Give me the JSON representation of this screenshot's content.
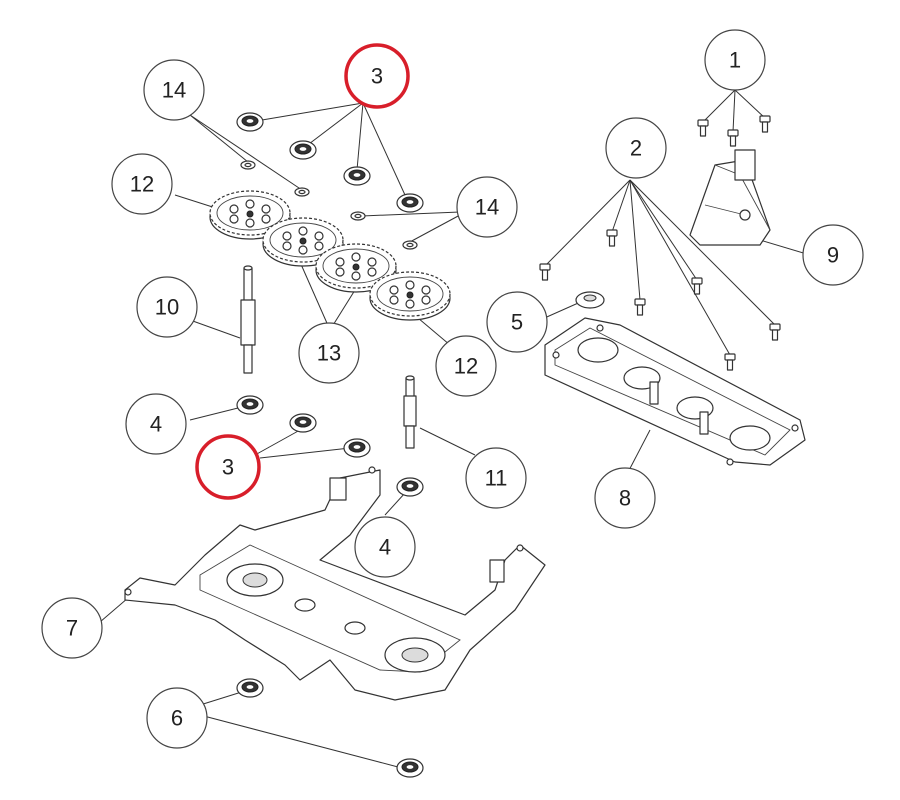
{
  "diagram": {
    "callouts": [
      {
        "id": "c1",
        "label": "1"
      },
      {
        "id": "c2",
        "label": "2"
      },
      {
        "id": "c3a",
        "label": "3",
        "highlight": true
      },
      {
        "id": "c3b",
        "label": "3",
        "highlight": true
      },
      {
        "id": "c4a",
        "label": "4"
      },
      {
        "id": "c4b",
        "label": "4"
      },
      {
        "id": "c5",
        "label": "5"
      },
      {
        "id": "c6",
        "label": "6"
      },
      {
        "id": "c7",
        "label": "7"
      },
      {
        "id": "c8",
        "label": "8"
      },
      {
        "id": "c9",
        "label": "9"
      },
      {
        "id": "c10",
        "label": "10"
      },
      {
        "id": "c11",
        "label": "11"
      },
      {
        "id": "c12a",
        "label": "12"
      },
      {
        "id": "c12b",
        "label": "12"
      },
      {
        "id": "c13",
        "label": "13"
      },
      {
        "id": "c14a",
        "label": "14"
      },
      {
        "id": "c14b",
        "label": "14"
      }
    ],
    "highlight_color": "#d81e2a",
    "line_color": "#333333"
  }
}
